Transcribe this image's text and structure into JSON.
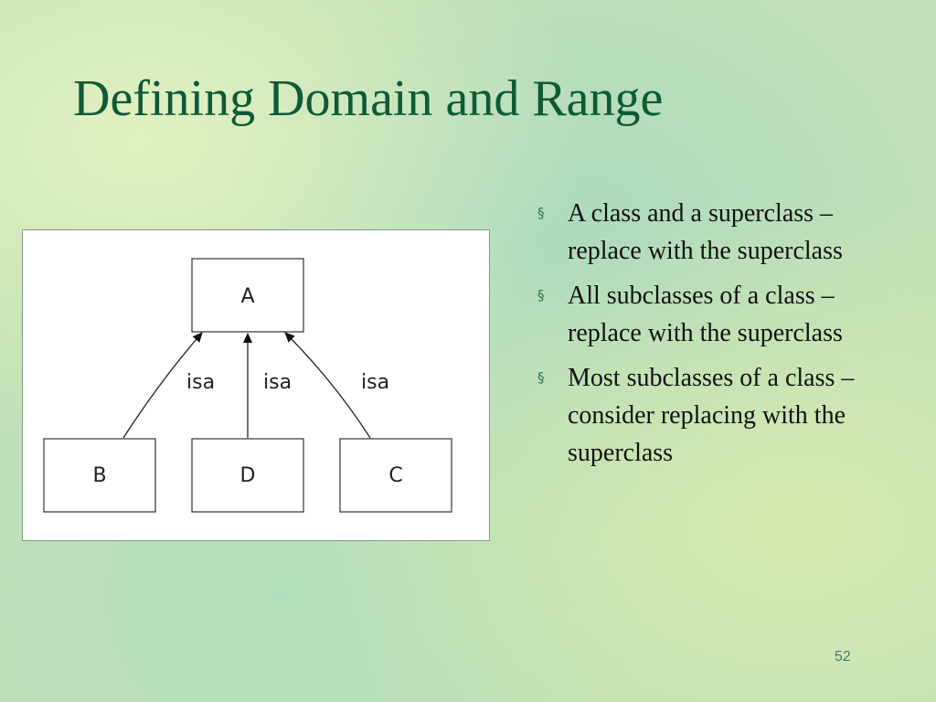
{
  "slide": {
    "title": "Defining Domain and Range",
    "page_number": "52"
  },
  "diagram": {
    "nodes": [
      {
        "id": "A",
        "label": "A"
      },
      {
        "id": "B",
        "label": "B"
      },
      {
        "id": "D",
        "label": "D"
      },
      {
        "id": "C",
        "label": "C"
      }
    ],
    "edges": [
      {
        "from": "B",
        "to": "A",
        "label": "isa"
      },
      {
        "from": "D",
        "to": "A",
        "label": "isa"
      },
      {
        "from": "C",
        "to": "A",
        "label": "isa"
      }
    ]
  },
  "bullets": [
    {
      "marker": "§",
      "text": "A class and a superclass – replace with the superclass"
    },
    {
      "marker": "§",
      "text": "All subclasses of a class – replace with the superclass"
    },
    {
      "marker": "§",
      "text": "Most subclasses of a class – consider replacing with the superclass"
    }
  ]
}
